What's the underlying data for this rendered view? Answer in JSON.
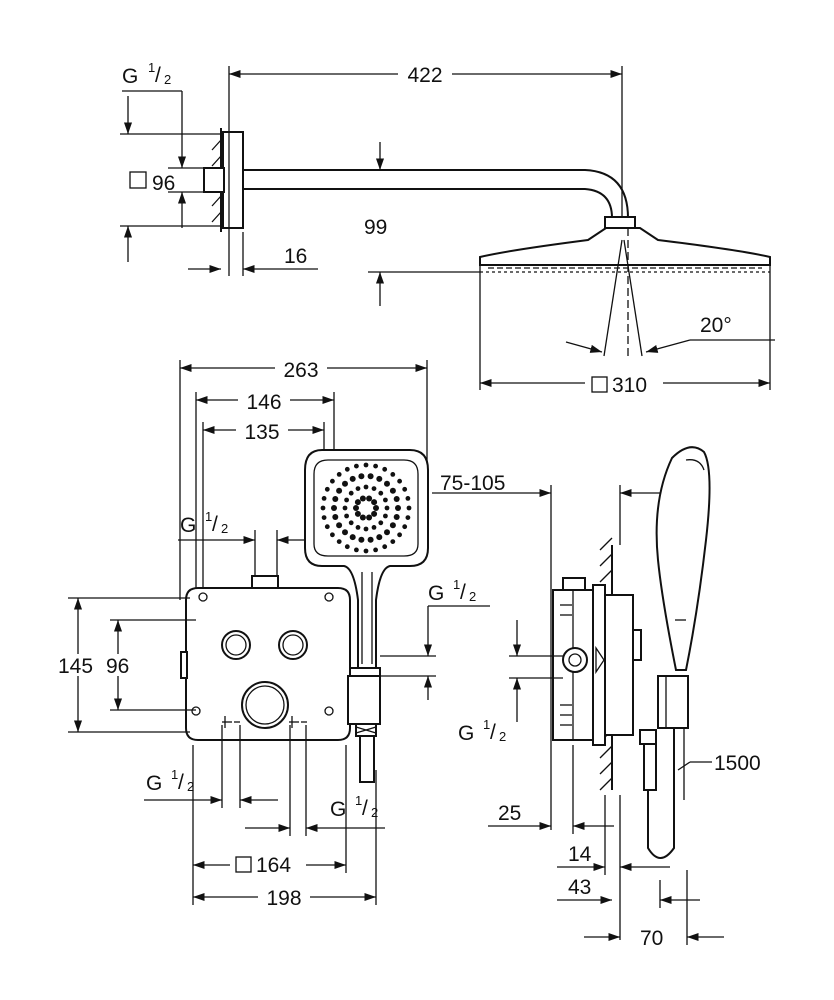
{
  "dimensions": {
    "arm_length": "422",
    "arm_thread_G": "G",
    "arm_thread_num": "1",
    "arm_thread_den": "2",
    "flange_square": "96",
    "arm_drop": "99",
    "flange_depth": "16",
    "head_tilt": "20°",
    "head_square": "310",
    "box_width_total": "263",
    "box_to_hand_146": "146",
    "box_to_hand_135": "135",
    "top_thread_G": "G",
    "top_thread_num": "1",
    "top_thread_den": "2",
    "box_height": "145",
    "inner_height": "96",
    "bottom_thread_left_G": "G",
    "bottom_thread_left_num": "1",
    "bottom_thread_left_den": "2",
    "bottom_thread_right_G": "G",
    "bottom_thread_right_num": "1",
    "bottom_thread_right_den": "2",
    "box_square": "164",
    "box_width": "198",
    "outlet_thread_G": "G",
    "outlet_thread_num": "1",
    "outlet_thread_den": "2",
    "wall_range": "75-105",
    "side_thread_G": "G",
    "side_thread_num": "1",
    "side_thread_den": "2",
    "hose_length": "1500",
    "depth_25": "25",
    "depth_14": "14",
    "depth_43": "43",
    "depth_70": "70"
  }
}
